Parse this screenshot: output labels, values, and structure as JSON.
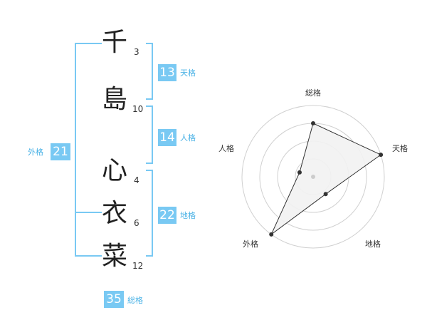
{
  "name": {
    "chars": [
      {
        "char": "千",
        "strokes": "3"
      },
      {
        "char": "島",
        "strokes": "10"
      },
      {
        "char": "心",
        "strokes": "4"
      },
      {
        "char": "衣",
        "strokes": "6"
      },
      {
        "char": "菜",
        "strokes": "12"
      }
    ]
  },
  "fortunes": {
    "tenkaku": {
      "value": "13",
      "label": "天格"
    },
    "jinkaku": {
      "value": "14",
      "label": "人格"
    },
    "chikaku": {
      "value": "22",
      "label": "地格"
    },
    "gaikaku": {
      "value": "21",
      "label": "外格"
    },
    "soukaku": {
      "value": "35",
      "label": "総格"
    }
  },
  "colors": {
    "accent": "#79c9f3",
    "accent_text": "#4ab2e6",
    "radar_fill": "#f2f2f2",
    "radar_line": "#333333"
  },
  "chart_data": {
    "type": "radar",
    "axes": [
      "総格",
      "天格",
      "地格",
      "外格",
      "人格"
    ],
    "values": [
      0.75,
      1.0,
      0.3,
      1.0,
      0.2
    ],
    "rings": 4,
    "title": ""
  }
}
